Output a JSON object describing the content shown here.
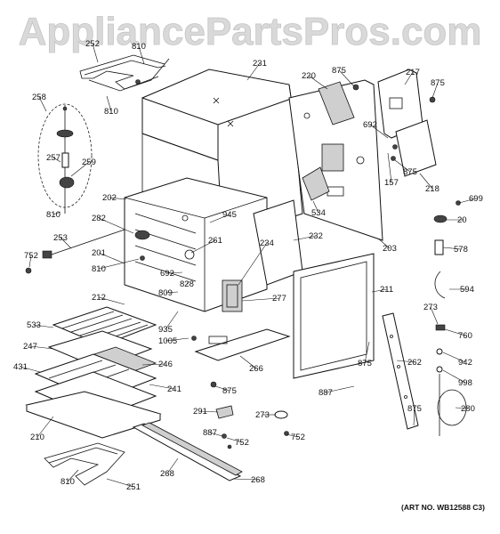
{
  "watermark": "AppliancePartsPros.com",
  "art_number": "(ART NO. WB12588 C3)",
  "callouts": [
    {
      "id": "c252",
      "text": "252"
    },
    {
      "id": "c810a",
      "text": "810"
    },
    {
      "id": "c810b",
      "text": "810"
    },
    {
      "id": "c231",
      "text": "231"
    },
    {
      "id": "c220",
      "text": "220"
    },
    {
      "id": "c875a",
      "text": "875"
    },
    {
      "id": "c217",
      "text": "217"
    },
    {
      "id": "c875b",
      "text": "875"
    },
    {
      "id": "c258",
      "text": "258"
    },
    {
      "id": "c257",
      "text": "257"
    },
    {
      "id": "c259",
      "text": "259"
    },
    {
      "id": "c692a",
      "text": "692"
    },
    {
      "id": "c157",
      "text": "157"
    },
    {
      "id": "c875c",
      "text": "875"
    },
    {
      "id": "c218",
      "text": "218"
    },
    {
      "id": "c699",
      "text": "699"
    },
    {
      "id": "c202",
      "text": "202"
    },
    {
      "id": "c945",
      "text": "945"
    },
    {
      "id": "c534",
      "text": "534"
    },
    {
      "id": "c20",
      "text": "20"
    },
    {
      "id": "c810c",
      "text": "810"
    },
    {
      "id": "c282",
      "text": "282"
    },
    {
      "id": "c253",
      "text": "253"
    },
    {
      "id": "c261",
      "text": "261"
    },
    {
      "id": "c234",
      "text": "234"
    },
    {
      "id": "c232",
      "text": "232"
    },
    {
      "id": "c203",
      "text": "203"
    },
    {
      "id": "c578",
      "text": "578"
    },
    {
      "id": "c752a",
      "text": "752"
    },
    {
      "id": "c201",
      "text": "201"
    },
    {
      "id": "c810d",
      "text": "810"
    },
    {
      "id": "c692b",
      "text": "692"
    },
    {
      "id": "c828",
      "text": "828"
    },
    {
      "id": "c211",
      "text": "211"
    },
    {
      "id": "c594",
      "text": "594"
    },
    {
      "id": "c809",
      "text": "809"
    },
    {
      "id": "c212",
      "text": "212"
    },
    {
      "id": "c277",
      "text": "277"
    },
    {
      "id": "c273a",
      "text": "273"
    },
    {
      "id": "c533",
      "text": "533"
    },
    {
      "id": "c935",
      "text": "935"
    },
    {
      "id": "c760",
      "text": "760"
    },
    {
      "id": "c247",
      "text": "247"
    },
    {
      "id": "c1005",
      "text": "1005"
    },
    {
      "id": "c875d",
      "text": "875"
    },
    {
      "id": "c262",
      "text": "262"
    },
    {
      "id": "c942",
      "text": "942"
    },
    {
      "id": "c431",
      "text": "431"
    },
    {
      "id": "c246",
      "text": "246"
    },
    {
      "id": "c266",
      "text": "266"
    },
    {
      "id": "c998",
      "text": "998"
    },
    {
      "id": "c875e",
      "text": "875"
    },
    {
      "id": "c887a",
      "text": "887"
    },
    {
      "id": "c241",
      "text": "241"
    },
    {
      "id": "c280",
      "text": "280"
    },
    {
      "id": "c291",
      "text": "291"
    },
    {
      "id": "c273b",
      "text": "273"
    },
    {
      "id": "c875f",
      "text": "875"
    },
    {
      "id": "c210",
      "text": "210"
    },
    {
      "id": "c887b",
      "text": "887"
    },
    {
      "id": "c752b",
      "text": "752"
    },
    {
      "id": "c752c",
      "text": "752"
    },
    {
      "id": "c268a",
      "text": "268"
    },
    {
      "id": "c268b",
      "text": "268"
    },
    {
      "id": "c810e",
      "text": "810"
    },
    {
      "id": "c251",
      "text": "251"
    }
  ]
}
